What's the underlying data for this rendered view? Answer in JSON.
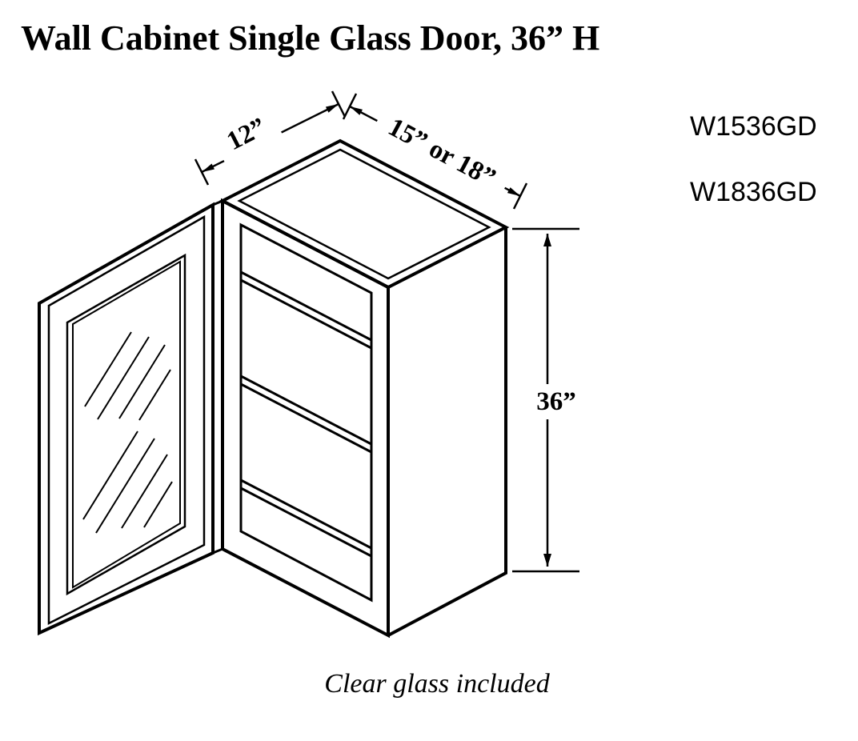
{
  "header": {
    "title": "Wall Cabinet Single Glass Door, 36” H"
  },
  "product_codes": {
    "first": "W1536GD",
    "second": "W1836GD"
  },
  "dimensions": {
    "depth": "12”",
    "width": "15” or 18”",
    "height": "36”"
  },
  "footer": {
    "caption": "Clear glass included"
  }
}
